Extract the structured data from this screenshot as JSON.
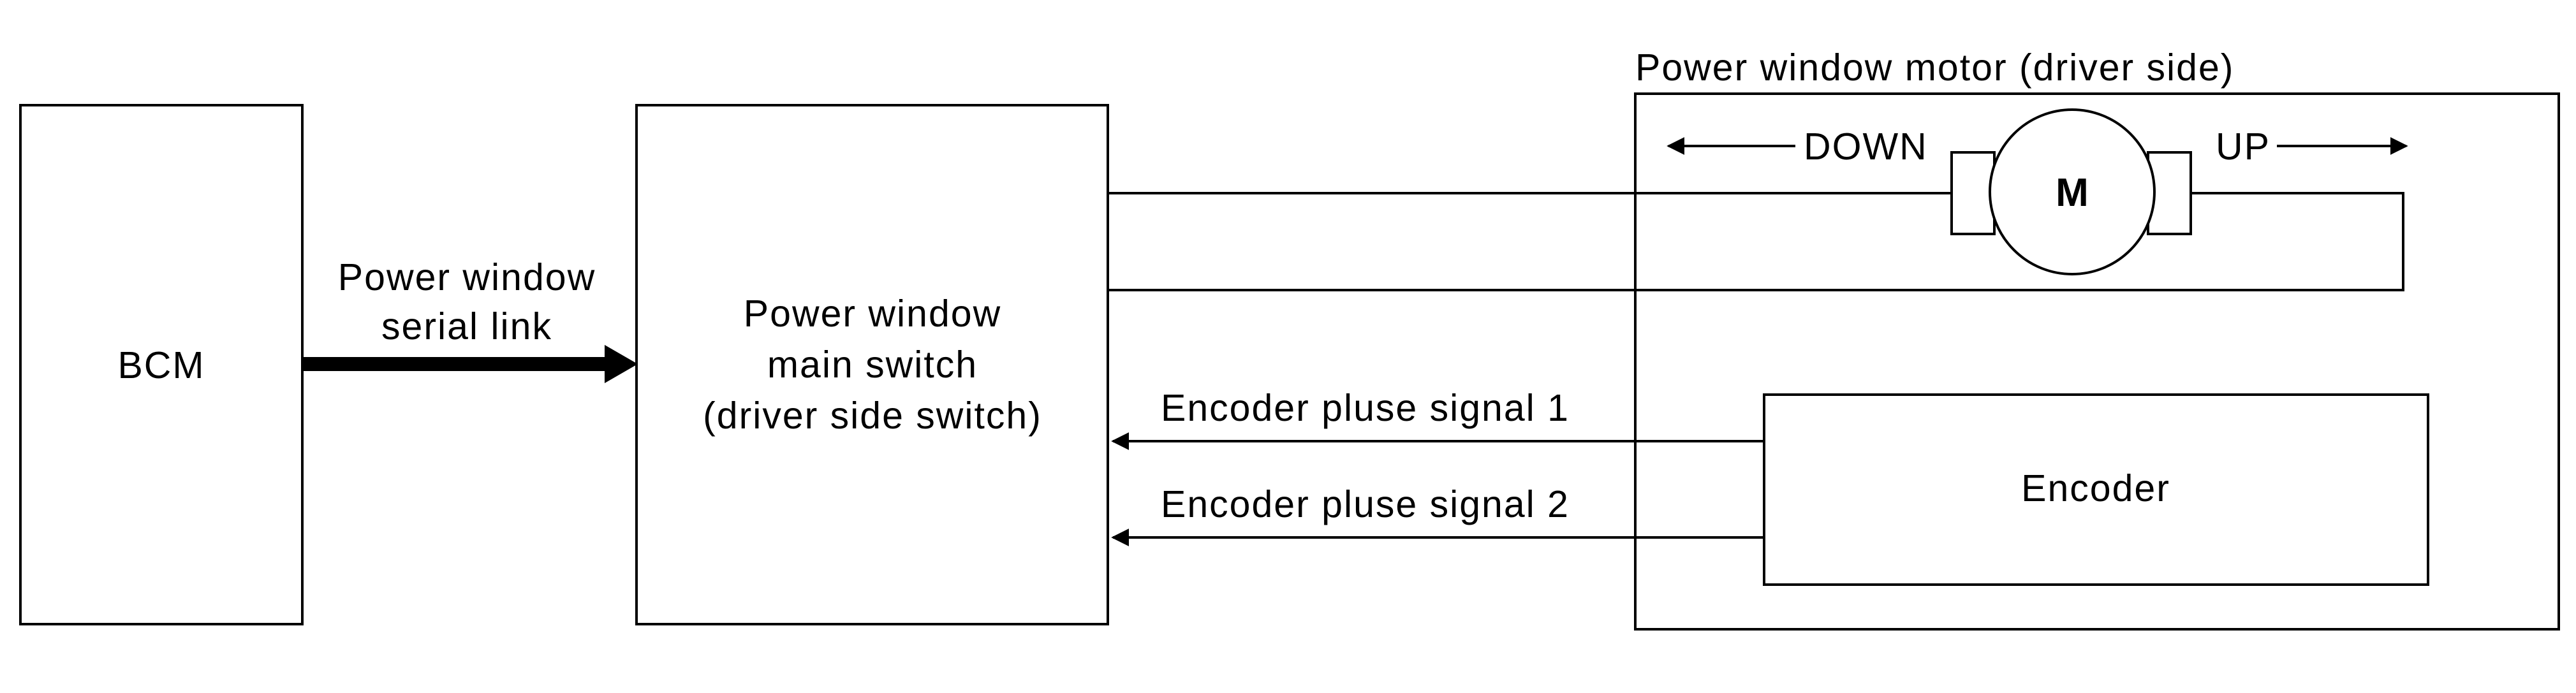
{
  "diagram": {
    "bcm": {
      "label": "BCM"
    },
    "serial_link": {
      "line1": "Power window",
      "line2": "serial link"
    },
    "main_switch": {
      "line1": "Power window",
      "line2": "main switch",
      "line3": "(driver side switch)"
    },
    "motor_unit": {
      "title": "Power window motor (driver side)"
    },
    "motor": {
      "symbol": "M",
      "down_label": "DOWN",
      "up_label": "UP"
    },
    "encoder": {
      "label": "Encoder"
    },
    "signals": {
      "signal1": "Encoder pluse signal 1",
      "signal2": "Encoder pluse signal 2"
    }
  }
}
